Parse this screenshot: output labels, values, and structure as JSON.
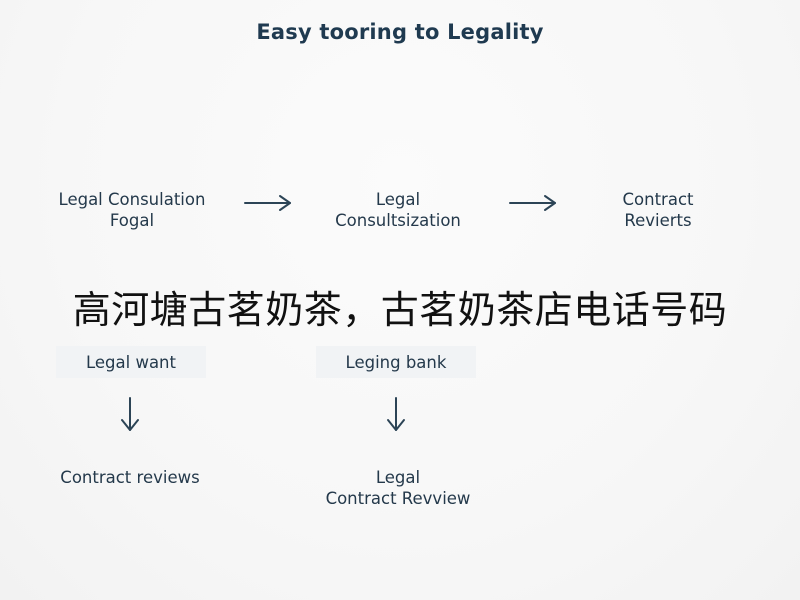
{
  "diagram": {
    "title": "Easy tooring to Legality",
    "row1": {
      "node1": {
        "line1": "Legal Consulation",
        "line2": "Fogal"
      },
      "node2": {
        "line1": "Legal",
        "line2": "Consultsization"
      },
      "node3": {
        "line1": "Contract",
        "line2": "Revierts"
      }
    },
    "row2": {
      "pill1": "Legal want",
      "pill2": "Leging bank"
    },
    "row3": {
      "node1": {
        "line1": "Contract reviews"
      },
      "node2": {
        "line1": "Legal",
        "line2": "Contract Revview"
      }
    }
  },
  "overlay": {
    "text": "高河塘古茗奶茶，古茗奶茶店电话号码"
  },
  "colors": {
    "text": "#24394b",
    "title": "#1f3a50",
    "arrow": "#2c4456",
    "pill_bg": "#f1f3f5"
  }
}
